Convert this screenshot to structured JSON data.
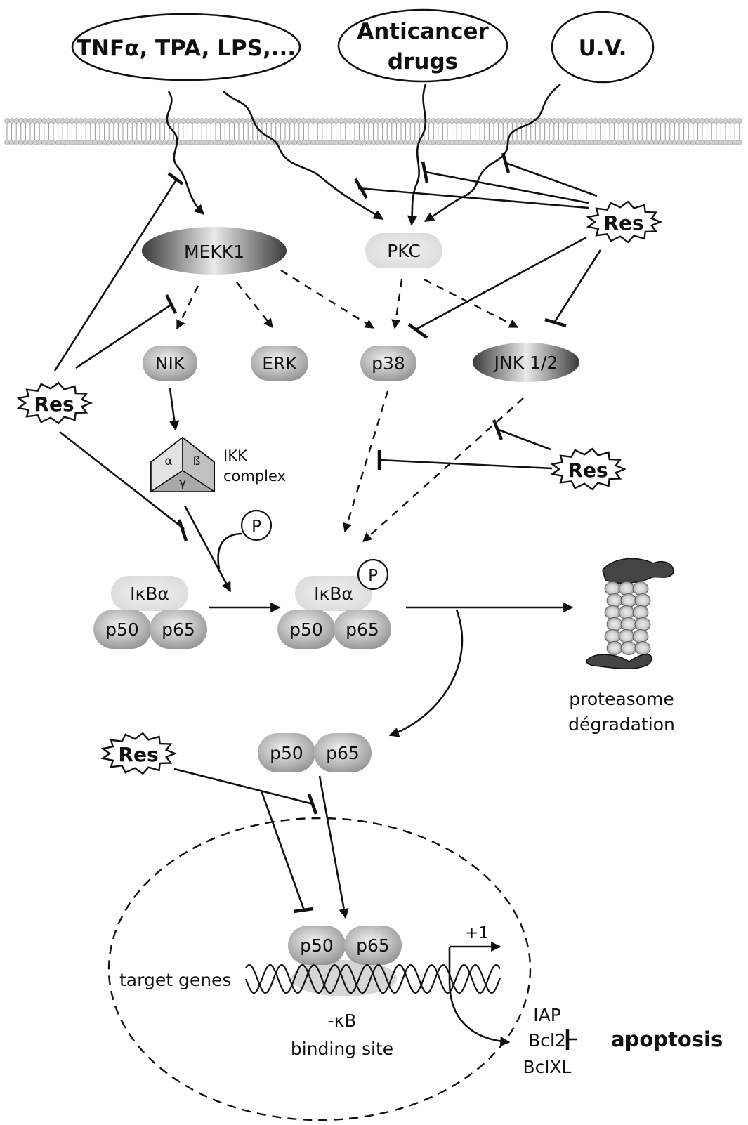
{
  "stimuli": {
    "tnf": "TNFα, TPA, LPS,...",
    "anticancer_1": "Anticancer",
    "anticancer_2": "drugs",
    "uv": "U.V."
  },
  "res_label": "Res",
  "kinases": {
    "mekk1": "MEKK1",
    "pkc": "PKC",
    "nik": "NIK",
    "erk": "ERK",
    "p38": "p38",
    "jnk": "JNK 1/2"
  },
  "ikk": {
    "alpha": "α",
    "beta": "ß",
    "gamma": "γ",
    "label_1": "IKK",
    "label_2": "complex"
  },
  "phospho": "P",
  "complex": {
    "ikba": "IκBα",
    "p50": "p50",
    "p65": "p65"
  },
  "proteasome": {
    "line1": "proteasome",
    "line2": "dégradation"
  },
  "nucleus": {
    "target_genes": "target genes",
    "plus_one": "+1",
    "site_1": "-κB",
    "site_2": "binding site"
  },
  "genes": [
    "IAP",
    "Bcl2",
    "BclXL"
  ],
  "apoptosis": "apoptosis",
  "colors": {
    "line": "#111111",
    "membrane": "#cfcfcf",
    "protein_dark": "#6e6e6e",
    "protein_light": "#e4e4e4"
  }
}
